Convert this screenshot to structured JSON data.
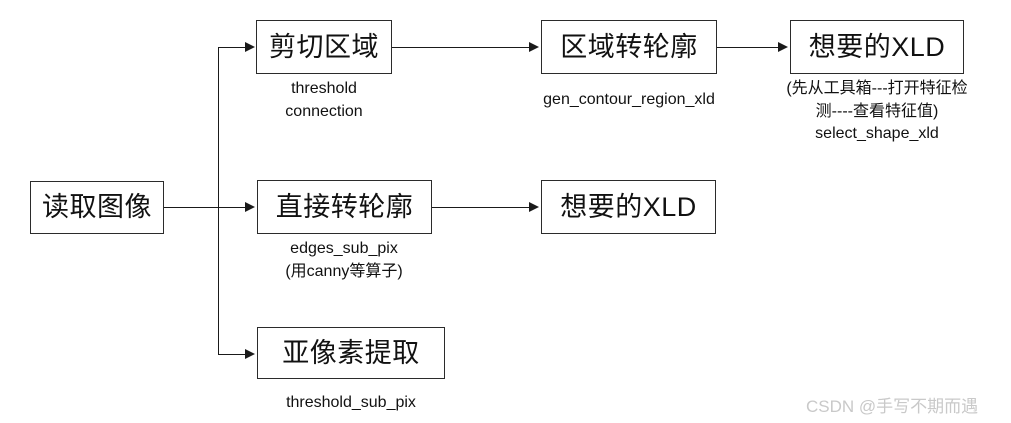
{
  "diagram": {
    "title": "HALCON XLD extraction workflow flowchart",
    "background_color": "#ffffff",
    "line_color": "#1a1a1a",
    "box_border_color": "#2b2b2b",
    "nodes": {
      "read_image": "读取图像",
      "crop_region": "剪切区域",
      "region_to_contour": "区域转轮廓",
      "desired_xld_top": "想要的XLD",
      "direct_to_contour": "直接转轮廓",
      "desired_xld_middle": "想要的XLD",
      "subpixel_extract": "亚像素提取"
    },
    "captions": {
      "crop_region": "threshold\nconnection",
      "region_to_contour": "gen_contour_region_xld",
      "desired_xld_top": "(先从工具箱---打开特征检\n测----查看特征值)\nselect_shape_xld",
      "direct_to_contour": "edges_sub_pix\n(用canny等算子)",
      "subpixel_extract": "threshold_sub_pix"
    },
    "watermark": "CSDN @手写不期而遇"
  }
}
